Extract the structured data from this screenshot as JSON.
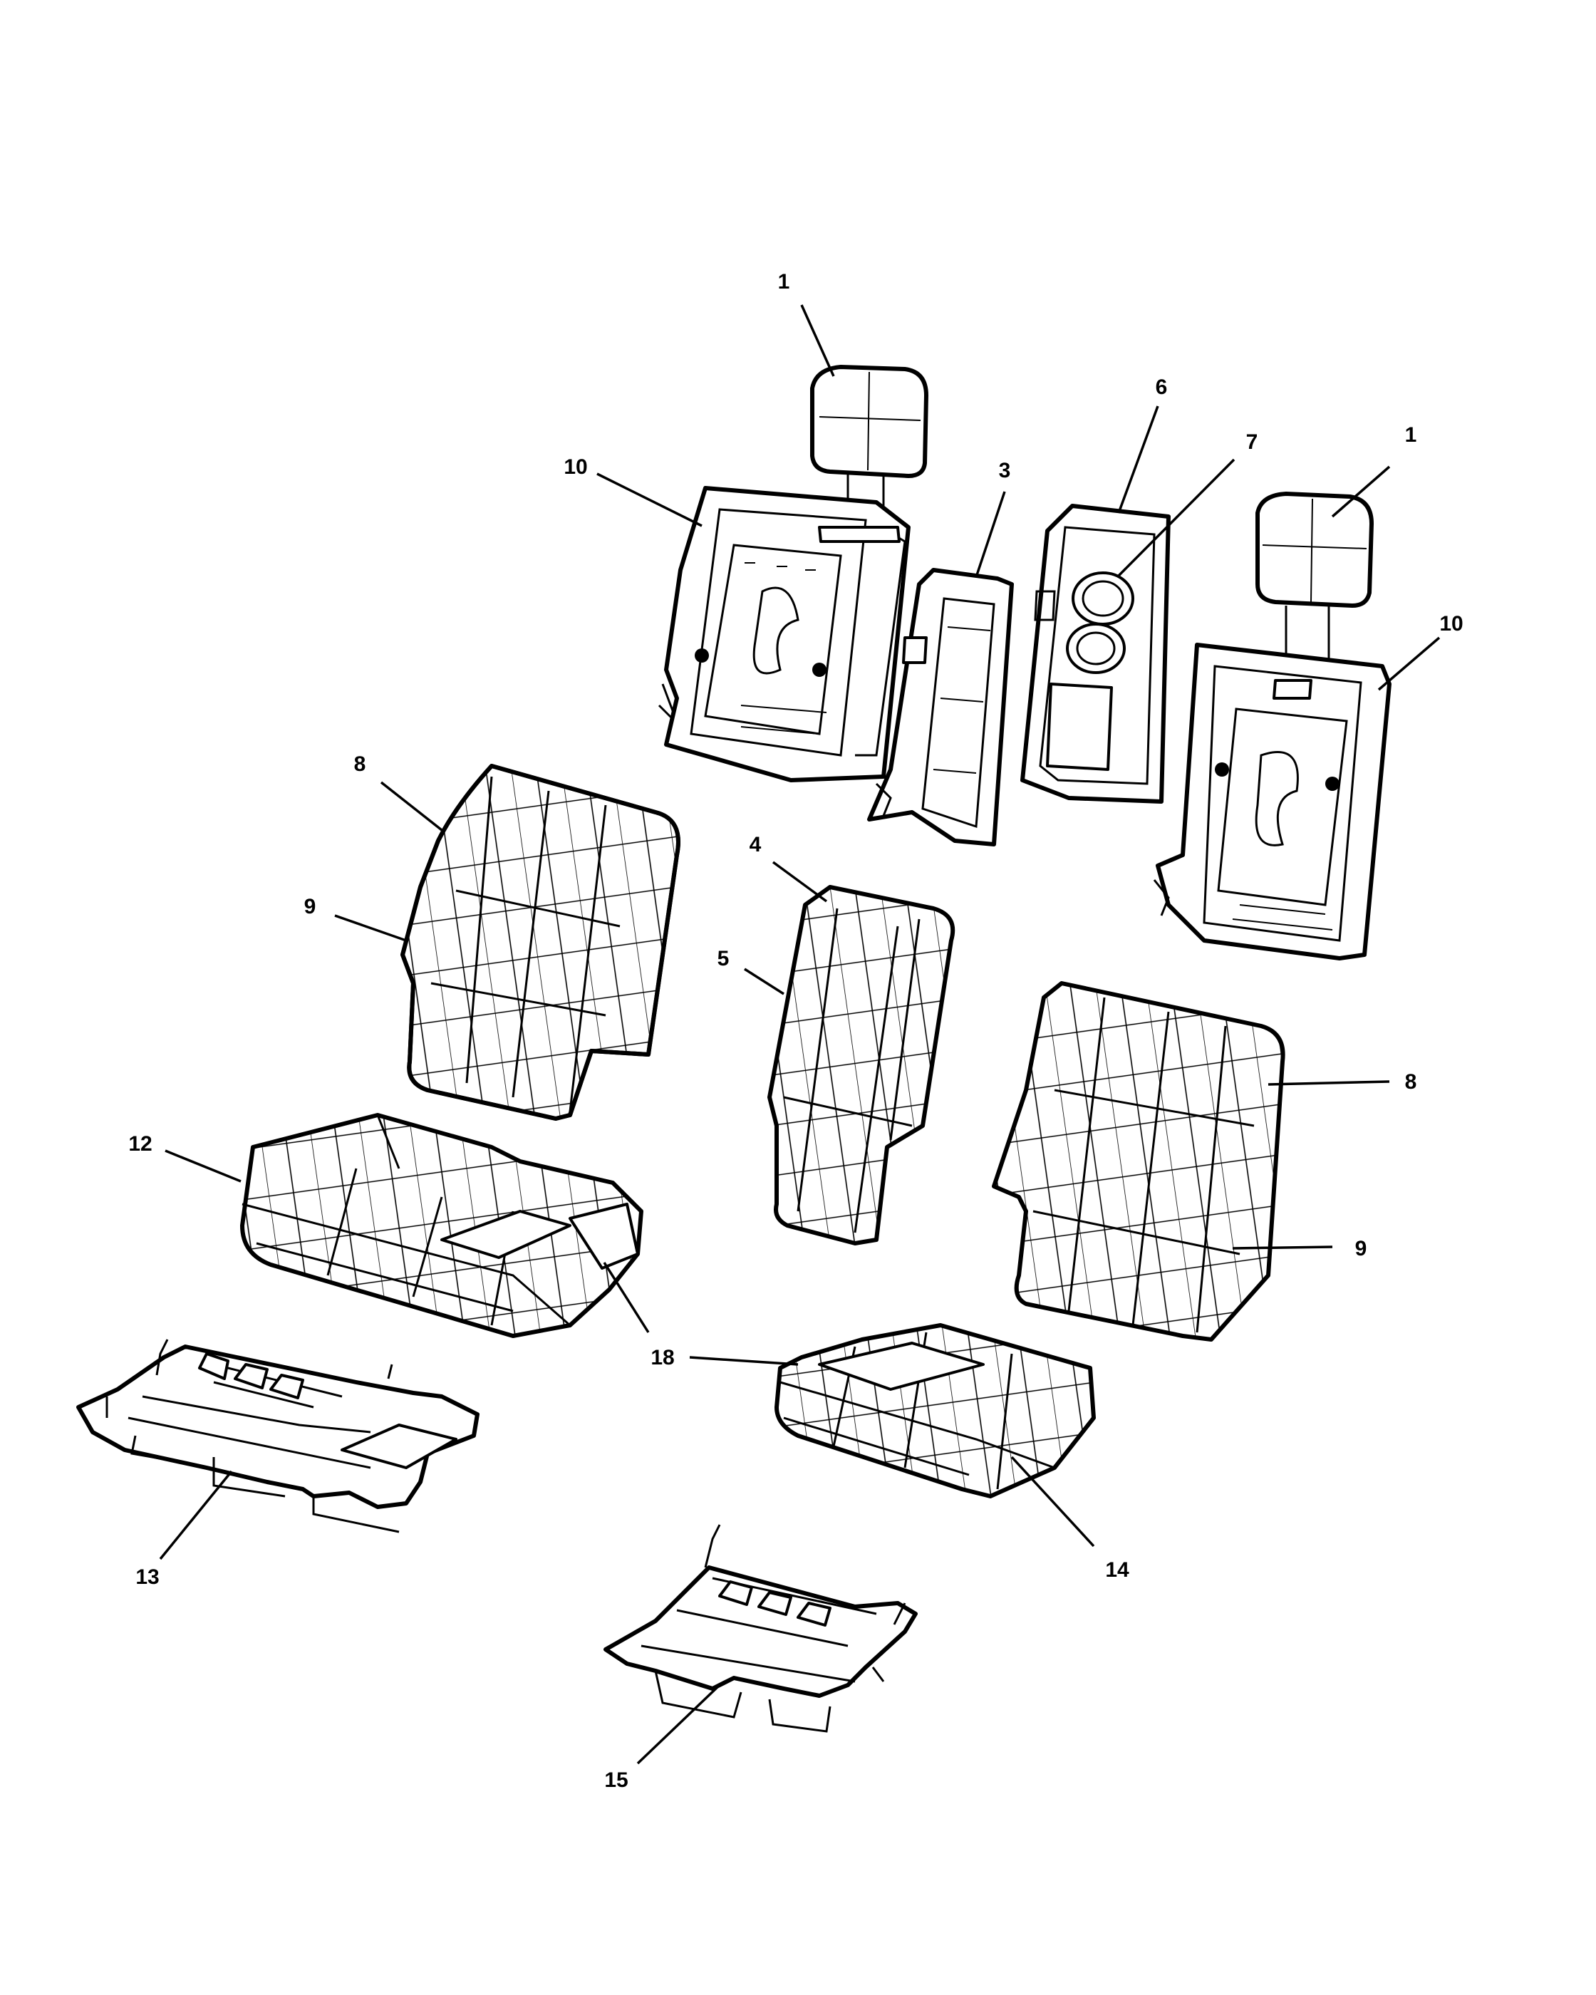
{
  "callouts": [
    {
      "id": "callout-1-left",
      "label": "1"
    },
    {
      "id": "callout-1-right",
      "label": "1"
    },
    {
      "id": "callout-3",
      "label": "3"
    },
    {
      "id": "callout-4",
      "label": "4"
    },
    {
      "id": "callout-5",
      "label": "5"
    },
    {
      "id": "callout-6",
      "label": "6"
    },
    {
      "id": "callout-7",
      "label": "7"
    },
    {
      "id": "callout-8-left",
      "label": "8"
    },
    {
      "id": "callout-8-right",
      "label": "8"
    },
    {
      "id": "callout-9-left",
      "label": "9"
    },
    {
      "id": "callout-9-right",
      "label": "9"
    },
    {
      "id": "callout-10-left",
      "label": "10"
    },
    {
      "id": "callout-10-right",
      "label": "10"
    },
    {
      "id": "callout-12",
      "label": "12"
    },
    {
      "id": "callout-13",
      "label": "13"
    },
    {
      "id": "callout-14",
      "label": "14"
    },
    {
      "id": "callout-15",
      "label": "15"
    },
    {
      "id": "callout-18",
      "label": "18"
    }
  ]
}
